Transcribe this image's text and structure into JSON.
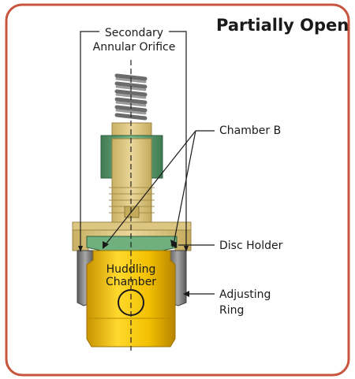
{
  "title": "Partially Open",
  "labels": {
    "secondary_line1": "Secondary",
    "secondary_line2": "Annular Orifice",
    "chamber_b": "Chamber B",
    "disc_holder": "Disc Holder",
    "adjusting_line1": "Adjusting",
    "adjusting_line2": "Ring",
    "huddling_line1": "Huddling",
    "huddling_line2": "Chamber"
  },
  "colors": {
    "border": "#c8553d",
    "brass": "#d8c27a",
    "brass_dark": "#b89f50",
    "gold": "#f2c200",
    "gold_dark": "#c99500",
    "green": "#5f9f6e",
    "green_dark": "#3f7a52",
    "gray": "#8a8a8a",
    "gray_dark": "#5e5e5e",
    "spring": "#6f6f6f"
  }
}
